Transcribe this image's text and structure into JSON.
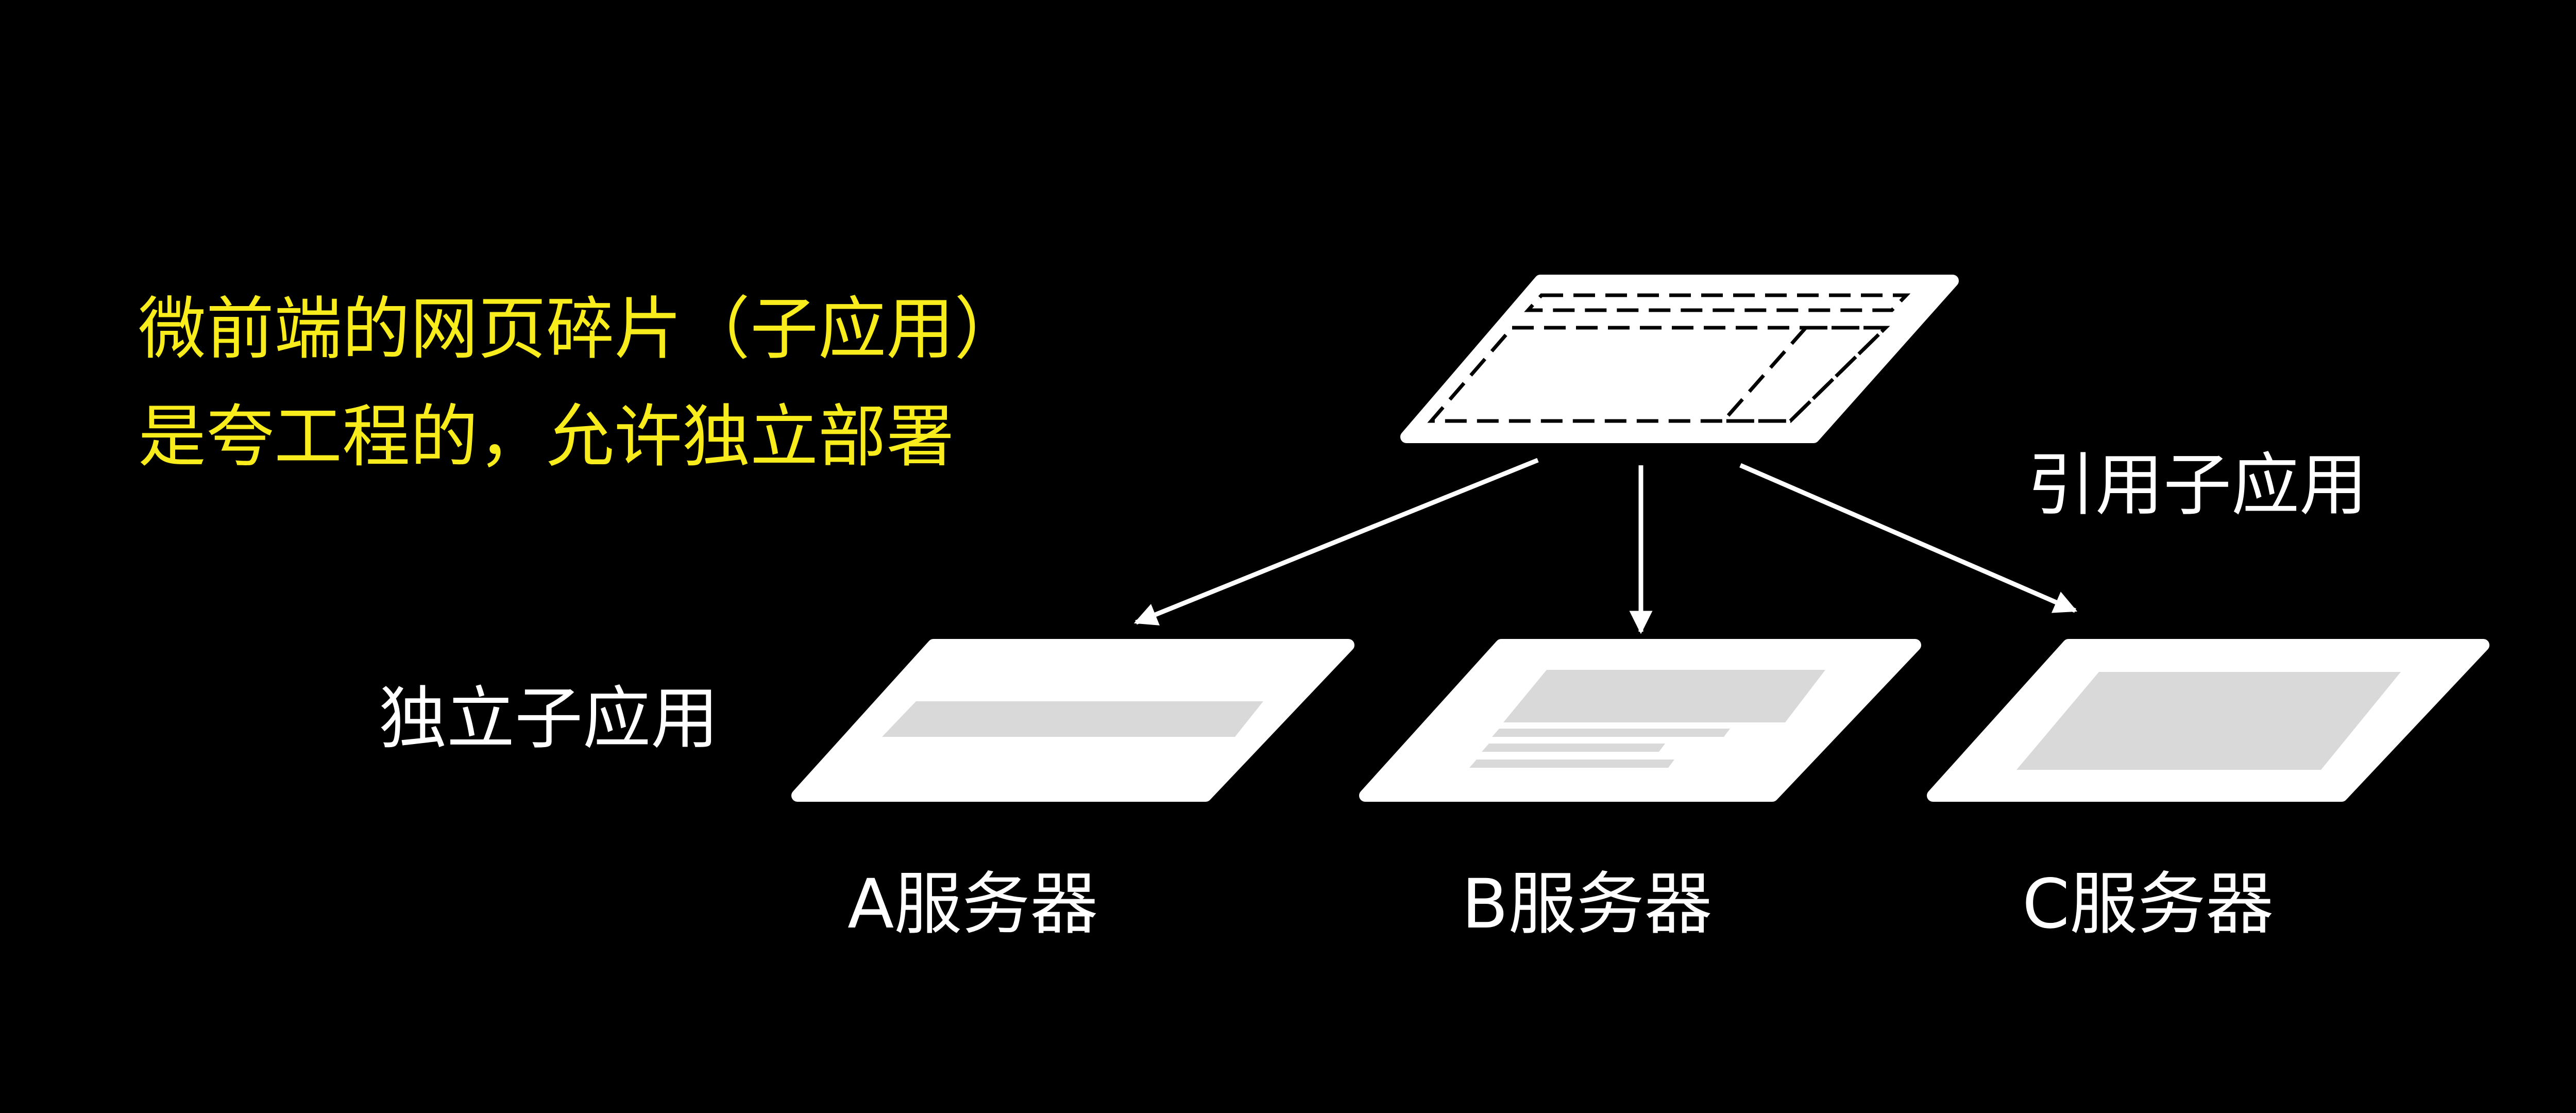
{
  "caption": {
    "line1": "微前端的网页碎片（子应用）",
    "line2": "是夸工程的，允许独立部署"
  },
  "labels": {
    "reference": "引用子应用",
    "standalone": "独立子应用"
  },
  "servers": [
    {
      "label": "A服务器",
      "content": "banner"
    },
    {
      "label": "B服务器",
      "content": "block-with-text-lines"
    },
    {
      "label": "C服务器",
      "content": "full-block"
    }
  ],
  "colors": {
    "background": "#000000",
    "caption": "#f8ec1c",
    "foreground": "#ffffff",
    "placeholder": "#d9d9d9"
  }
}
